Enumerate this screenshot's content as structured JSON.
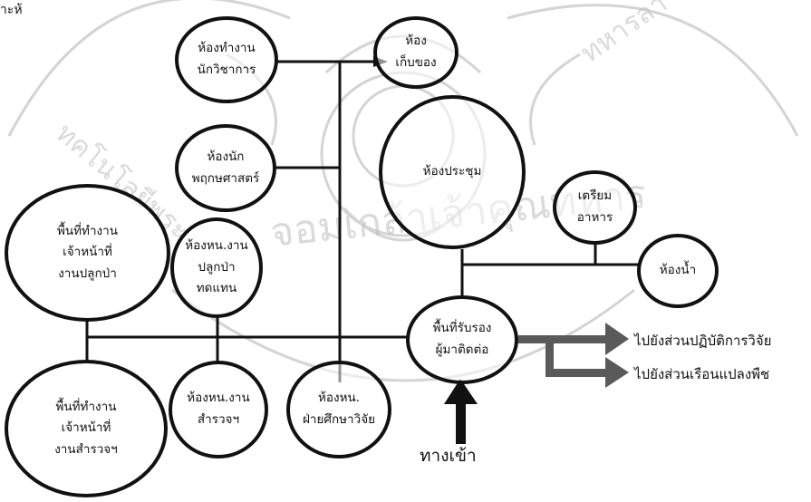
{
  "diagram": {
    "top_left_text": "าะห้",
    "nodes": [
      {
        "id": "researcher-office",
        "label": "ห้องทำงาน\nนักวิชาการ"
      },
      {
        "id": "storage",
        "label": "ห้อง\nเก็บของ"
      },
      {
        "id": "botanist-room",
        "label": "ห้องนัก\nพฤกษศาสตร์"
      },
      {
        "id": "meeting-room",
        "label": "ห้องประชุม"
      },
      {
        "id": "food-prep",
        "label": "เตรียม\nอาหาร"
      },
      {
        "id": "restroom",
        "label": "ห้องน้ำ"
      },
      {
        "id": "reforest-staff",
        "label": "พื้นที่ทำงาน\nเจ้าหน้าที่\nงานปลูกป่า"
      },
      {
        "id": "reforest-head",
        "label": "ห้องหน.งาน\nปลูกป่า\nทดแทน"
      },
      {
        "id": "reception",
        "label": "พื้นที่รับรอง\nผู้มาติดต่อ"
      },
      {
        "id": "survey-staff",
        "label": "พื้นที่ทำงาน\nเจ้าหน้าที่\nงานสำรวจฯ"
      },
      {
        "id": "survey-head",
        "label": "ห้องหน.งาน\nสำรวจฯ"
      },
      {
        "id": "research-head",
        "label": "ห้องหน.\nฝ่ายศึกษาวิจัย"
      }
    ],
    "arrows": [
      {
        "id": "to-research-section",
        "label": "ไปยังส่วนปฏิบัติการวิจัย"
      },
      {
        "id": "to-greenhouse-section",
        "label": "ไปยังส่วนเรือนแปลงพืช"
      }
    ],
    "entrance": "ทางเข้า",
    "colors": {
      "line": "#111111",
      "arrow": "#5a5a5a",
      "watermark": "#b5b5b5"
    }
  }
}
